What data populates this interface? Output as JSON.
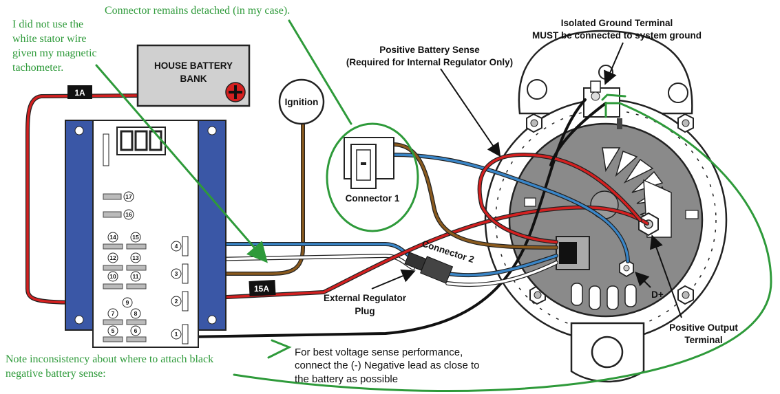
{
  "labels": {
    "house_battery_line1": "HOUSE BATTERY",
    "house_battery_line2": "BANK",
    "ignition": "Ignition",
    "connector1": "Connector 1",
    "connector2": "Connector 2",
    "pos_sense_line1": "Positive Battery Sense",
    "pos_sense_line2": "(Required for Internal Regulator Only)",
    "iso_ground_line1": "Isolated Ground Terminal",
    "iso_ground_line2": "MUST be connected to system ground",
    "ext_reg_line1": "External Regulator",
    "ext_reg_line2": "Plug",
    "pos_output_line1": "Positive Output",
    "pos_output_line2": "Terminal",
    "d_plus": "D+",
    "best_sense_line1": "For best voltage sense performance,",
    "best_sense_line2": "connect the (-) Negative lead as close to",
    "best_sense_line3": "the battery as possible"
  },
  "fuses": {
    "fuse_1a": "1A",
    "fuse_15a": "15A"
  },
  "notes": {
    "connector_detached": "Connector remains detached (in my case).",
    "stator_line1": "I did not use the",
    "stator_line2": "white stator wire",
    "stator_line3": "given my magnetic",
    "stator_line4": "tachometer.",
    "inconsistency_line1": "Note inconsistency about where to attach black",
    "inconsistency_line2": "negative battery sense:"
  },
  "regulator_pins": {
    "p17": "17",
    "p16": "16",
    "p14": "14",
    "p15": "15",
    "p12": "12",
    "p13": "13",
    "p10": "10",
    "p11": "11",
    "p9": "9",
    "p7": "7",
    "p8": "8",
    "p5": "5",
    "p6": "6"
  },
  "terminals": {
    "t4": "4",
    "t3": "3",
    "t2": "2",
    "t1": "1"
  },
  "colors": {
    "wire_red": "#d42020",
    "wire_blue": "#3a86c8",
    "wire_brown": "#8a5a1e",
    "wire_black": "#111111",
    "regulator_blue": "#3a57a6",
    "alternator_gray": "#8a8a8a",
    "annotation_green": "#2e9a3a"
  }
}
